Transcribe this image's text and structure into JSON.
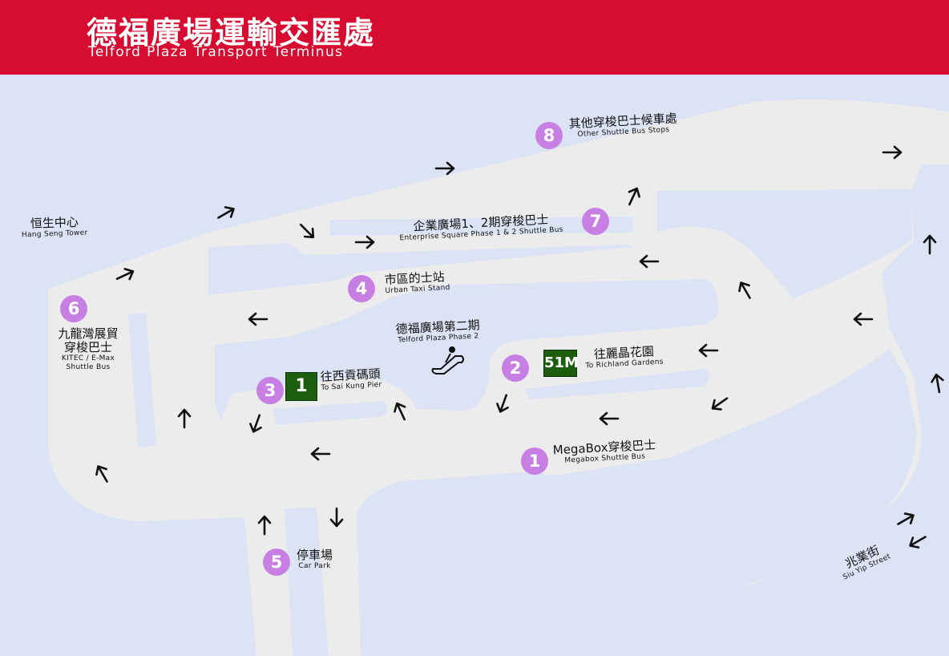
{
  "header": {
    "title_zh": "德福廣場運輸交匯處",
    "title_en": "Telford Plaza Transport Terminus"
  },
  "colors": {
    "header": "#d60d31",
    "background": "#dce3f5",
    "road": "#ececec",
    "badge": "#c77fe4",
    "route": "#1d5d0e"
  },
  "stops": {
    "s1": {
      "num": "1",
      "zh": "MegaBox穿梭巴士",
      "en": "Megabox Shuttle Bus"
    },
    "s2": {
      "num": "2",
      "route": "51M",
      "zh": "往麗晶花園",
      "en": "To Richland Gardens"
    },
    "s3": {
      "num": "3",
      "route": "1",
      "zh": "往西貢碼頭",
      "en": "To Sai Kung Pier"
    },
    "s4": {
      "num": "4",
      "zh": "市區的士站",
      "en": "Urban Taxi Stand"
    },
    "s5": {
      "num": "5",
      "zh": "停車場",
      "en": "Car Park"
    },
    "s6": {
      "num": "6",
      "zh1": "九龍灣展貿",
      "zh2": "穿梭巴士",
      "en1": "KITEC / E-Max",
      "en2": "Shuttle Bus"
    },
    "s7": {
      "num": "7",
      "zh": "企業廣場1、2期穿梭巴士",
      "en": "Enterprise Square Phase 1 & 2 Shuttle Bus"
    },
    "s8": {
      "num": "8",
      "zh": "其他穿梭巴士候車處",
      "en": "Other Shuttle Bus Stops"
    }
  },
  "landmarks": {
    "plaza": {
      "zh": "德福廣場第二期",
      "en": "Telford Plaza Phase 2"
    },
    "tower": {
      "zh": "恒生中心",
      "en": "Hang Seng Tower"
    },
    "street": {
      "zh": "兆業街",
      "en": "Siu Yip Street"
    }
  },
  "icons": {
    "escalator": "escalator-icon",
    "arrow": "arrow-icon"
  }
}
